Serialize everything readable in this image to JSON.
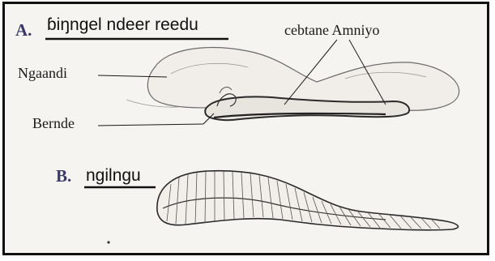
{
  "panel_a": {
    "letter": "A.",
    "title": "ɓiŋngel ndeer reedu",
    "labels": {
      "top_right": "cebtane Amniyo",
      "left_upper": "Ngaandi",
      "left_lower": "Bernde"
    }
  },
  "panel_b": {
    "letter": "B.",
    "title": "ngilngu"
  },
  "colors": {
    "background": "#f6f4f1",
    "ink": "#1a1a1a",
    "letter": "#3a3a6a",
    "border": "#111111"
  }
}
